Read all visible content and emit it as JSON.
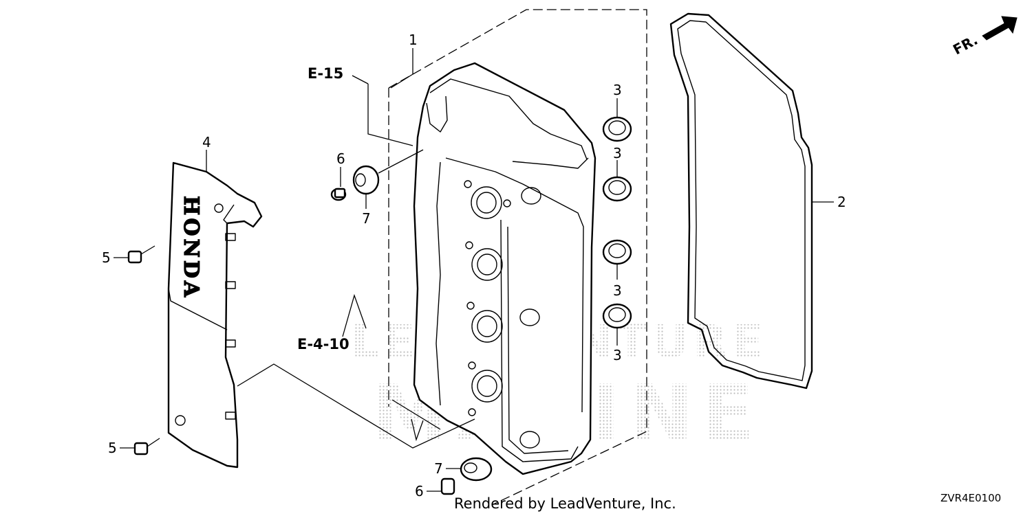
{
  "diagram": {
    "callouts": {
      "c1": "1",
      "c2": "2",
      "c3a": "3",
      "c3b": "3",
      "c3c": "3",
      "c3d": "3",
      "c4": "4",
      "c5a": "5",
      "c5b": "5",
      "c6a": "6",
      "c6b": "6",
      "c7a": "7",
      "c7b": "7"
    },
    "references": {
      "e15": "E-15",
      "e410": "E-4-10"
    },
    "cover_logo": "HONDA",
    "direction_label": "FR.",
    "diagram_code": "ZVR4E0100",
    "watermark": {
      "line1": "LEADVENTURE",
      "line2": "MARINE"
    },
    "footer": "Rendered by LeadVenture, Inc."
  }
}
